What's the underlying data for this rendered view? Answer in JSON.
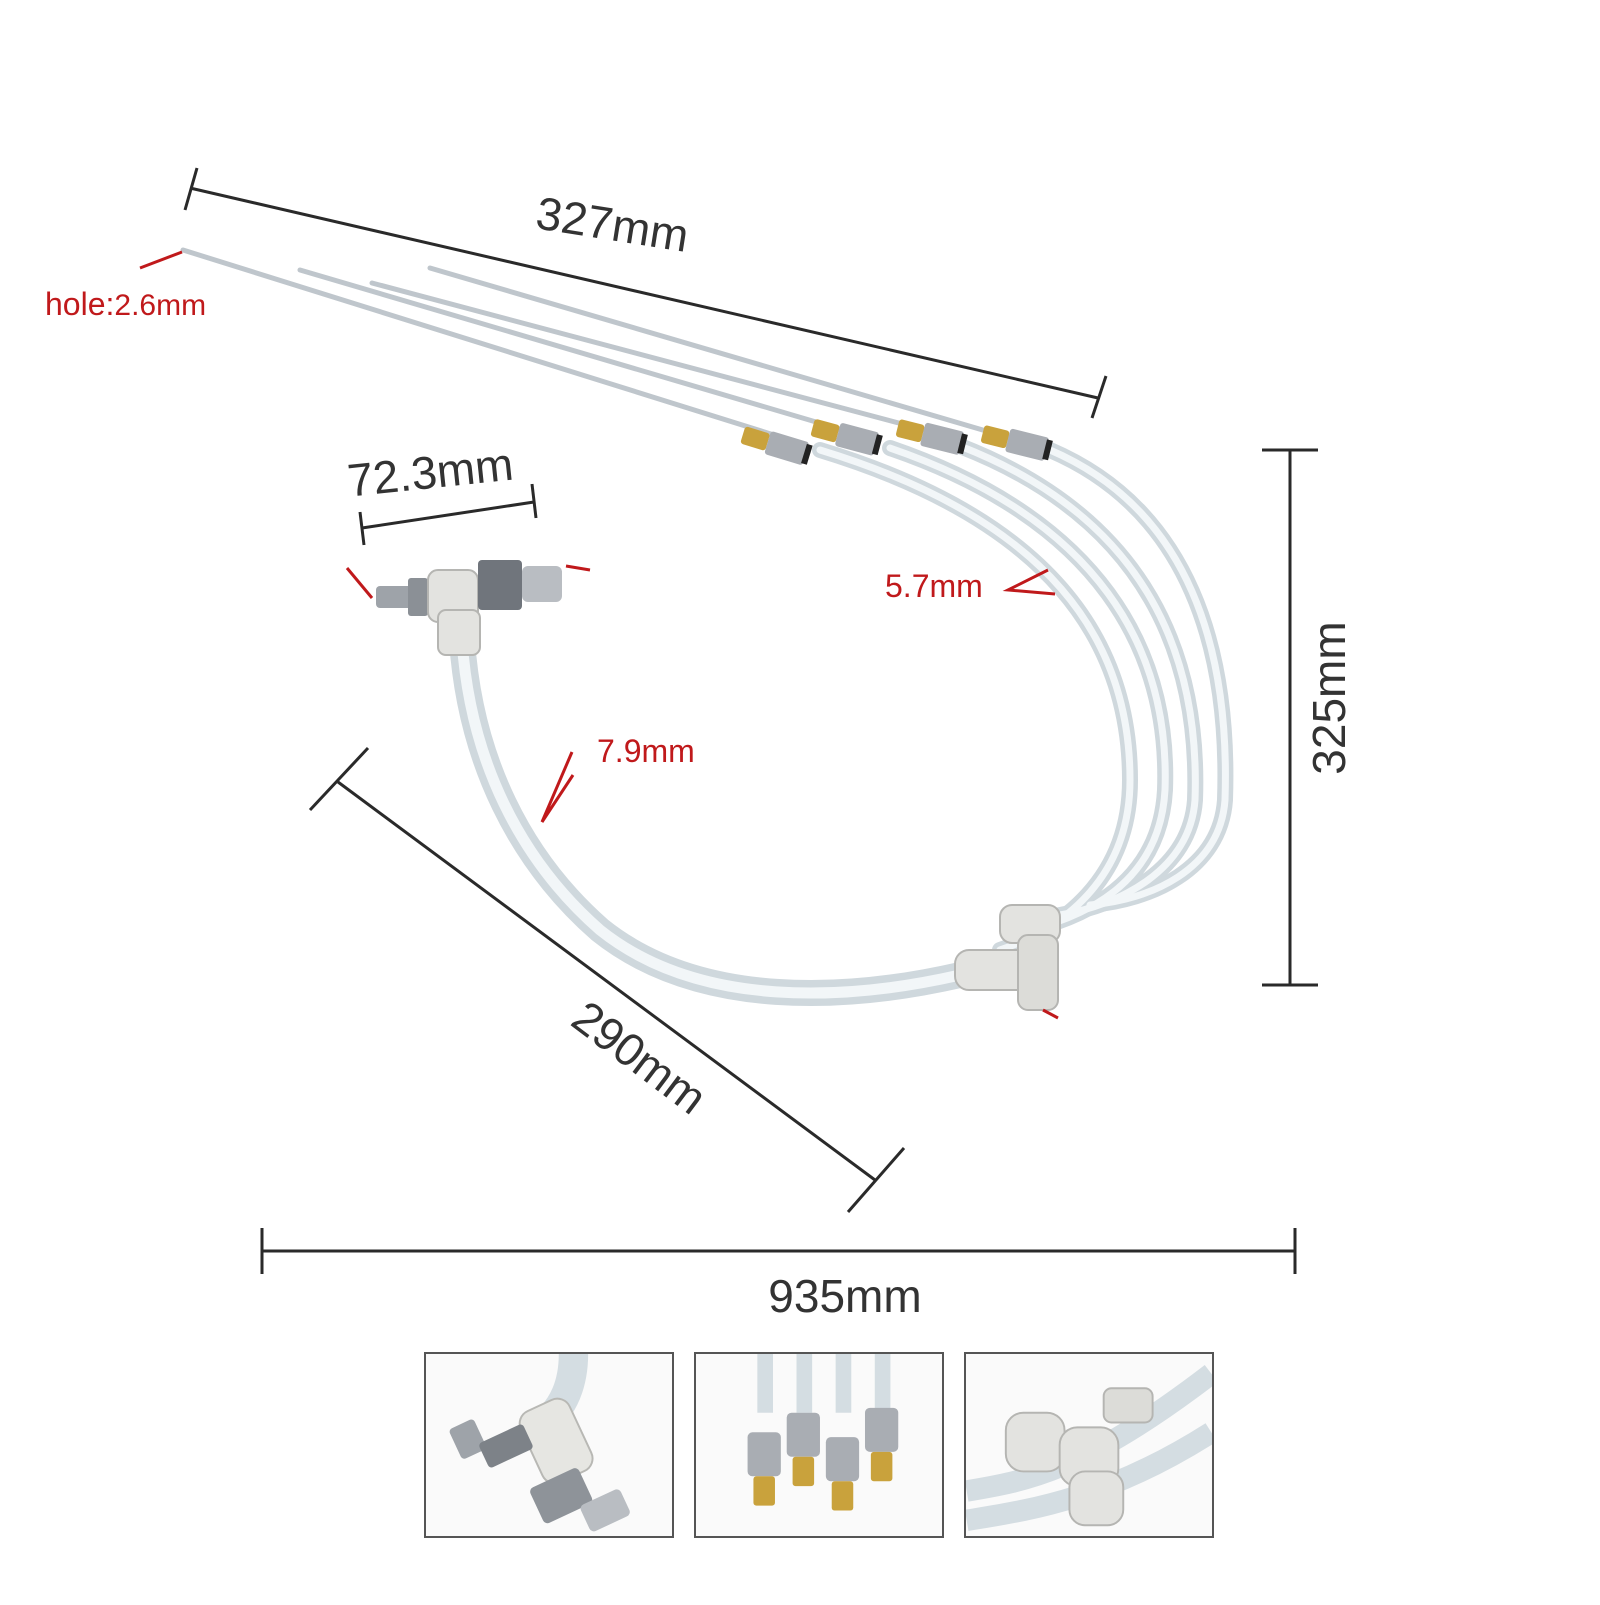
{
  "dimensions": {
    "overall_length": "935mm",
    "nozzle_length": "327mm",
    "height": "325mm",
    "feed_hose_length": "290mm",
    "inlet_fitting_length": "72.3mm"
  },
  "callouts": {
    "hole_label": "hole:",
    "hole_value": "2.6mm",
    "small_tube": "5.7mm",
    "large_tube": "7.9mm"
  },
  "colors": {
    "dimension_line": "#2a2a2a",
    "callout_red": "#c0191b",
    "tube": "#dfe6ea",
    "brass": "#c9a23c",
    "steel": "#a9adb3",
    "fitting": "#e3e3e0"
  }
}
